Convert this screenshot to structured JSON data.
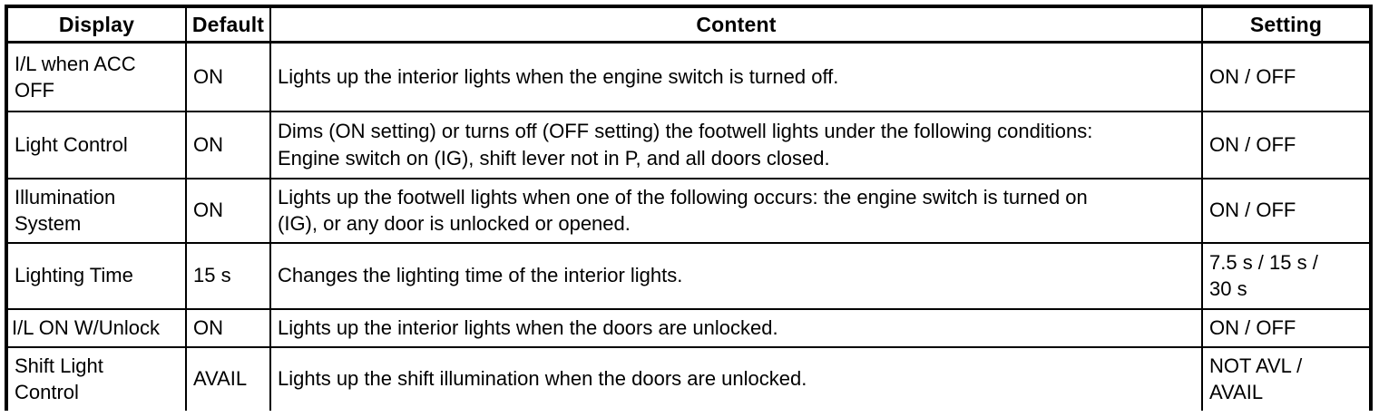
{
  "table": {
    "columns": [
      {
        "key": "display",
        "label": "Display"
      },
      {
        "key": "default",
        "label": "Default"
      },
      {
        "key": "content",
        "label": "Content"
      },
      {
        "key": "setting",
        "label": "Setting"
      }
    ],
    "rows": [
      {
        "display": "I/L when ACC\nOFF",
        "default": "ON",
        "content": "Lights up the interior lights when the engine switch is turned off.",
        "setting": "ON / OFF"
      },
      {
        "display": "Light Control",
        "default": "ON",
        "content": "Dims (ON setting) or turns off (OFF setting) the footwell lights under the following conditions:\nEngine switch on (IG), shift lever not in P, and all doors closed.",
        "setting": "ON / OFF"
      },
      {
        "display": "Illumination\nSystem",
        "default": "ON",
        "content": "Lights up the footwell lights when one of the following occurs: the engine switch is turned on\n(IG), or any door is unlocked or opened.",
        "setting": "ON / OFF"
      },
      {
        "display": "Lighting Time",
        "default": "15 s",
        "content": "Changes the lighting time of the interior lights.",
        "setting": "7.5 s / 15 s /\n30 s"
      },
      {
        "display": "I/L ON W/Unlock",
        "default": "ON",
        "content": "Lights up the interior lights when the doors are unlocked.",
        "setting": "ON / OFF"
      },
      {
        "display": "Shift Light\nControl",
        "default": "AVAIL",
        "content": "Lights up the shift illumination when the doors are unlocked.",
        "setting": "NOT AVL /\nAVAIL"
      }
    ]
  }
}
